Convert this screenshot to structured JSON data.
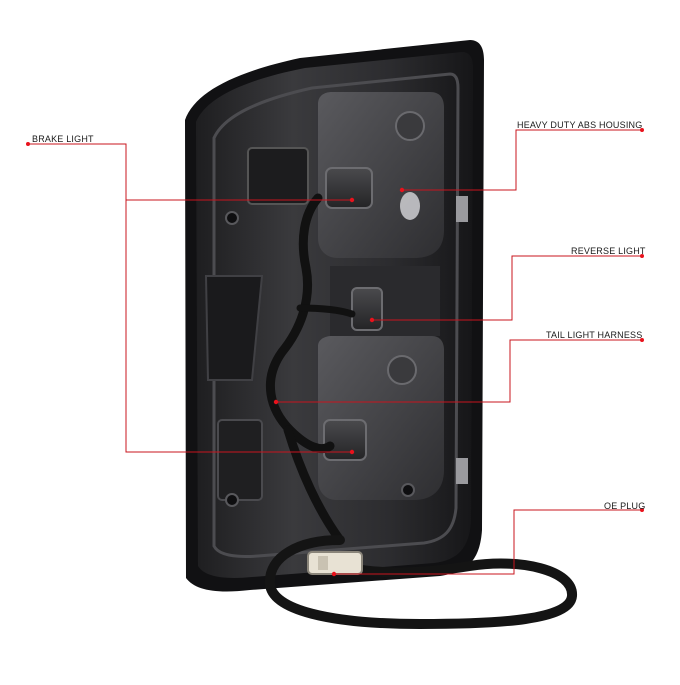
{
  "image": {
    "subject": "tail-light-assembly-rear-view",
    "background_color": "#ffffff",
    "housing_color": "#2b2b2e",
    "leader_line_color": "#c8141e",
    "leader_dot_color": "#e8121c"
  },
  "callouts": {
    "brake_light": "BRAKE LIGHT",
    "abs_housing": "HEAVY DUTY ABS HOUSING",
    "reverse_light": "REVERSE LIGHT",
    "tail_harness": "TAIL LIGHT HARNESS",
    "oe_plug": "OE PLUG"
  }
}
